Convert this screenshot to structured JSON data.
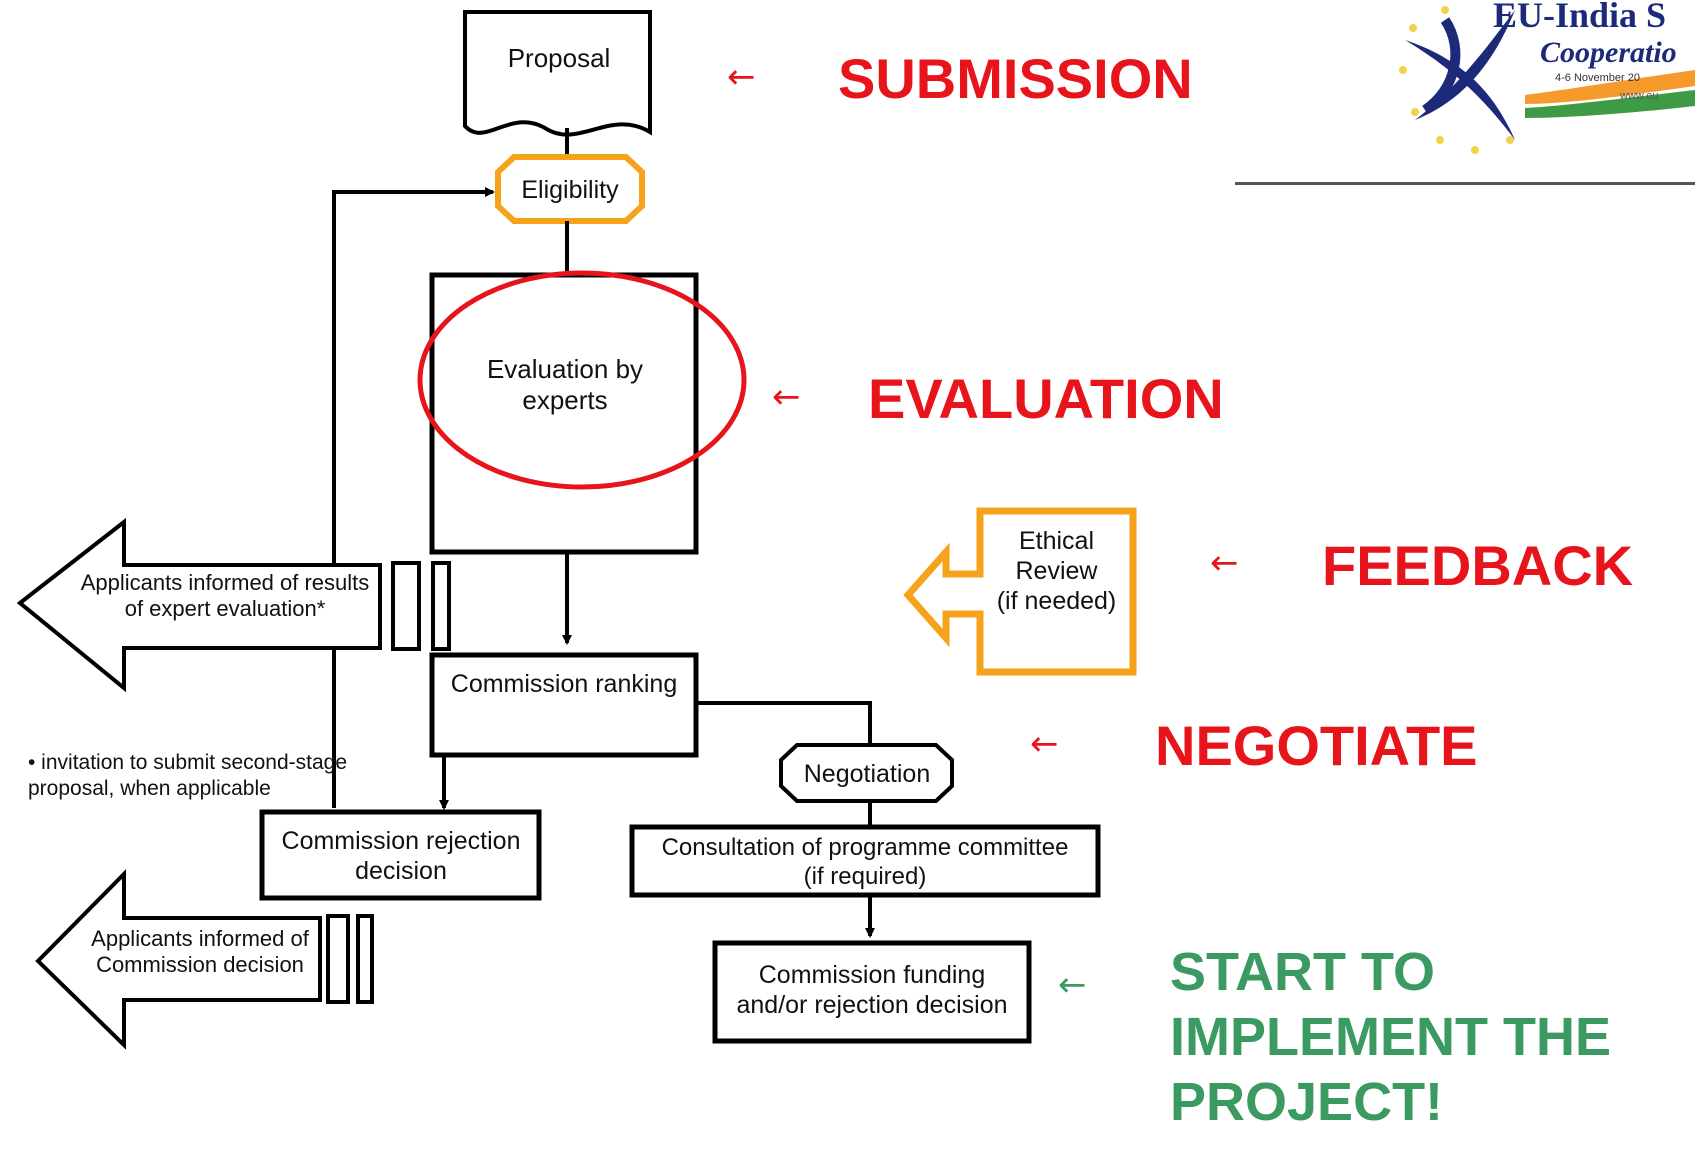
{
  "flow": {
    "proposal": "Proposal",
    "eligibility": "Eligibility",
    "evaluation_box": "Evaluation by\nexperts",
    "applicants_results": "Applicants informed of results\nof expert evaluation*",
    "commission_ranking": "Commission ranking",
    "footnote": "• invitation to submit second-stage\nproposal, when applicable",
    "rejection_decision": "Commission rejection\ndecision",
    "negotiation": "Negotiation",
    "consultation": "Consultation of programme committee\n(if required)",
    "applicants_decision": "Applicants informed of\nCommission decision",
    "funding_decision": "Commission funding\nand/or rejection decision",
    "ethical_review": "Ethical\nReview\n(if needed)"
  },
  "stages": {
    "arrow": "←",
    "submission": "SUBMISSION",
    "evaluation": "EVALUATION",
    "feedback": "FEEDBACK",
    "negotiate": "NEGOTIATE",
    "implement": "START TO\nIMPLEMENT THE\nPROJECT!"
  },
  "logo": {
    "title": "EU-India S",
    "subtitle": "Cooperatio",
    "date": "4-6 November 20",
    "web": "www.eu"
  },
  "colors": {
    "stage_red": "#e8141b",
    "stage_green": "#3a9a62",
    "highlight_orange": "#f7a21b",
    "highlight_red": "#e8141b",
    "logo_navy": "#1d2a7a"
  }
}
